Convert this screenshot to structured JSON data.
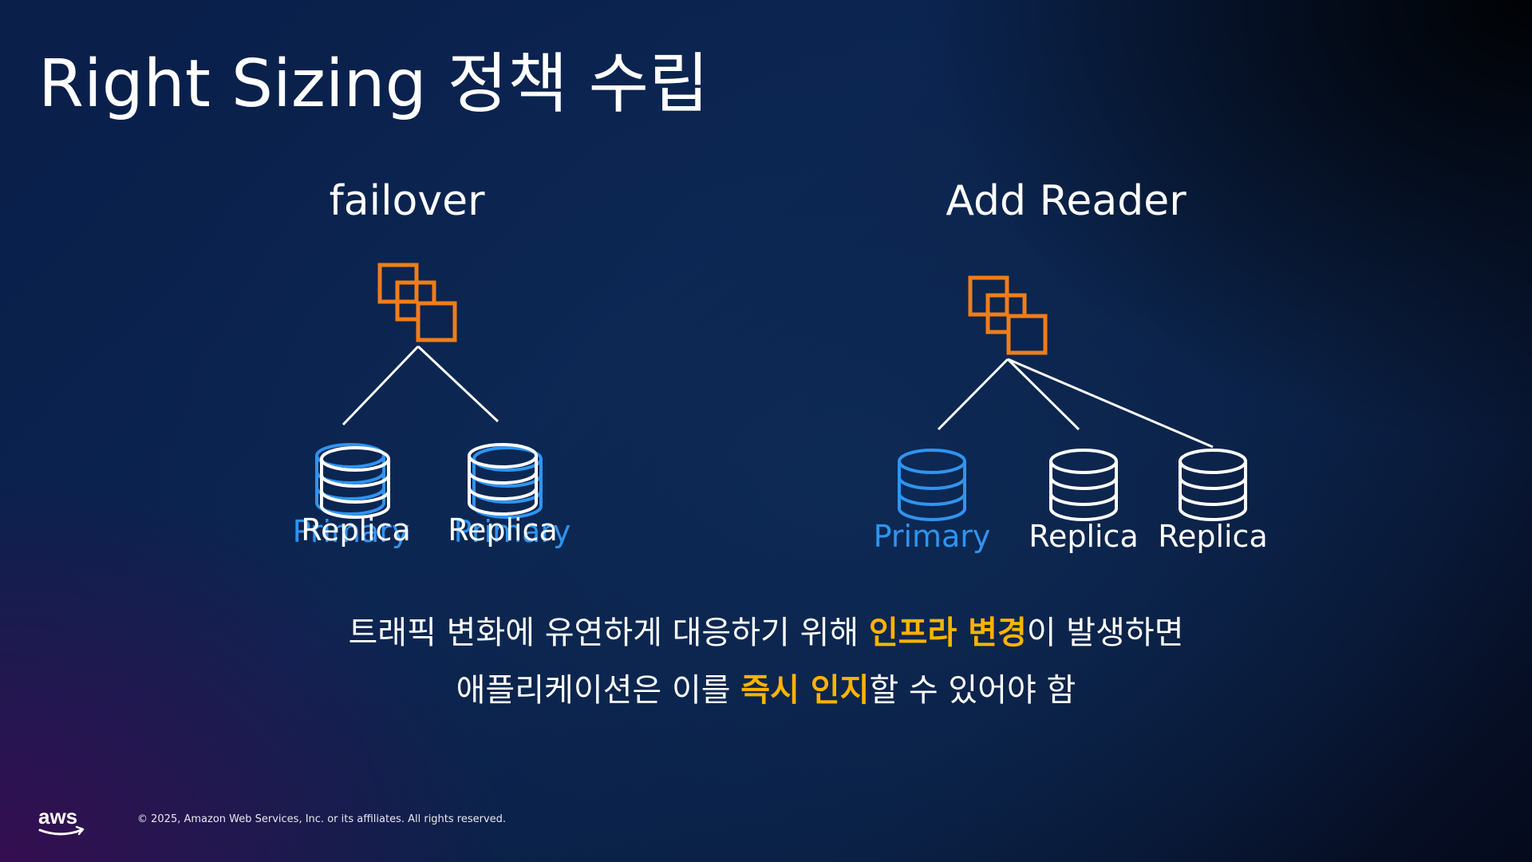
{
  "title": "Right Sizing 정책 수립",
  "colors": {
    "accent_orange": "#f07d1a",
    "primary_blue": "#2f94f0",
    "highlight_yellow": "#ffb300",
    "line_white": "#ffffff"
  },
  "failover": {
    "heading": "failover",
    "overlap_labels": {
      "left_primary": "Primary",
      "left_replica": "Replica",
      "right_replica": "Replica",
      "right_primary": "Primary"
    }
  },
  "add_reader": {
    "heading": "Add Reader",
    "labels": {
      "primary": "Primary",
      "replica_1": "Replica",
      "replica_2": "Replica"
    }
  },
  "body": {
    "line1": {
      "before": "트래픽 변화에 유연하게 대응하기 위해 ",
      "highlight": "인프라 변경",
      "after": "이 발생하면"
    },
    "line2": {
      "before": "애플리케이션은 이를 ",
      "highlight": "즉시 인지",
      "after": "할 수 있어야 함"
    }
  },
  "footer": {
    "logo_text": "aws",
    "copyright": "© 2025, Amazon Web Services, Inc. or its affiliates. All rights reserved."
  }
}
